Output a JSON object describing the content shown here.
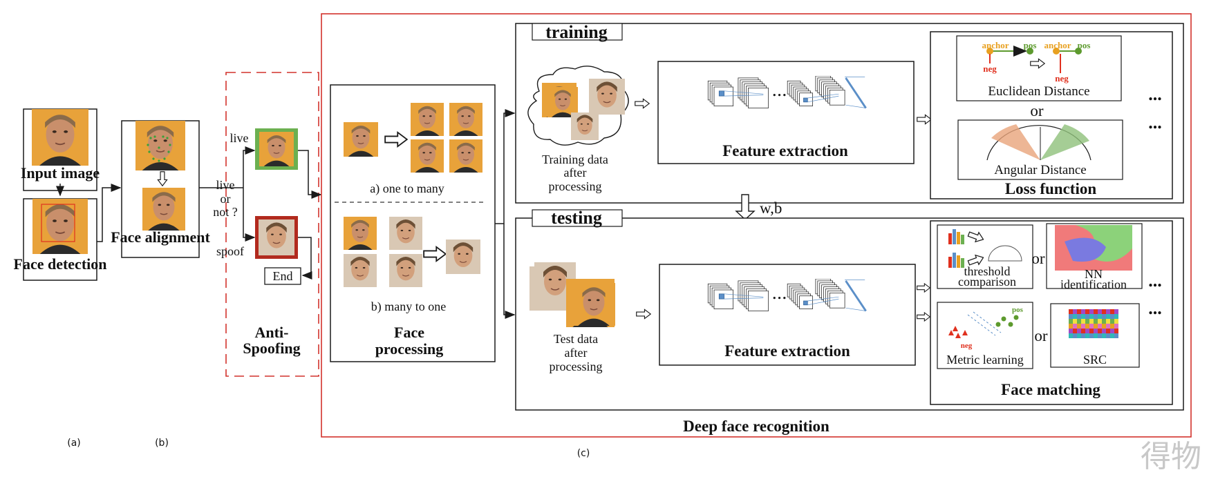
{
  "colors": {
    "red_frame": "#d2312b",
    "line": "#1a1a1a",
    "blue_filter": "#5b8fc8",
    "skin": "#c98f6b",
    "gold_bg": "#e8a23a",
    "live_green": "#6cb050",
    "spoof_red": "#b22a1e",
    "anchor": "#e8a020",
    "pos": "#5d9a2e",
    "neg": "#e0301e"
  },
  "icons": {
    "face_photo": "portrait-photo-icon",
    "hollow_arrow": "hollow-arrow-icon",
    "cnn_stack": "cnn-layers-icon"
  },
  "panel_a": {
    "input_image": "Input image",
    "face_detection": "Face detection",
    "caption": "(a)"
  },
  "panel_b": {
    "face_alignment": "Face alignment",
    "caption": "(b)"
  },
  "anti_spoofing": {
    "question_line1": "live",
    "question_line2": "or",
    "question_line3": "not ?",
    "live": "live",
    "spoof": "spoof",
    "end": "End",
    "title_line1": "Anti-",
    "title_line2": "Spoofing"
  },
  "face_processing": {
    "one_to_many": "a) one to many",
    "many_to_one": "b) many to one",
    "title_line1": "Face",
    "title_line2": "processing"
  },
  "training": {
    "title": "training",
    "data_line1": "Training data",
    "data_line2": "after",
    "data_line3": "processing",
    "feature_extraction": "Feature extraction",
    "anchor": "anchor",
    "pos": "pos",
    "neg": "neg",
    "euclidean": "Euclidean Distance",
    "or": "or",
    "angular": "Angular Distance",
    "loss_function": "Loss function",
    "ellipsis": "..."
  },
  "transfer": {
    "weights": "w,b"
  },
  "testing": {
    "title": "testing",
    "data_line1": "Test data",
    "data_line2": "after",
    "data_line3": "processing",
    "feature_extraction": "Feature extraction",
    "threshold_line1": "threshold",
    "threshold_line2": "comparison",
    "nn_line1": "NN",
    "nn_line2": "identification",
    "metric_learning": "Metric learning",
    "src": "SRC",
    "pos": "pos",
    "neg": "neg",
    "or": "or",
    "face_matching": "Face matching",
    "ellipsis": "..."
  },
  "deep_face_recognition": "Deep face recognition",
  "panel_c_caption": "(c)",
  "watermark": "得物"
}
